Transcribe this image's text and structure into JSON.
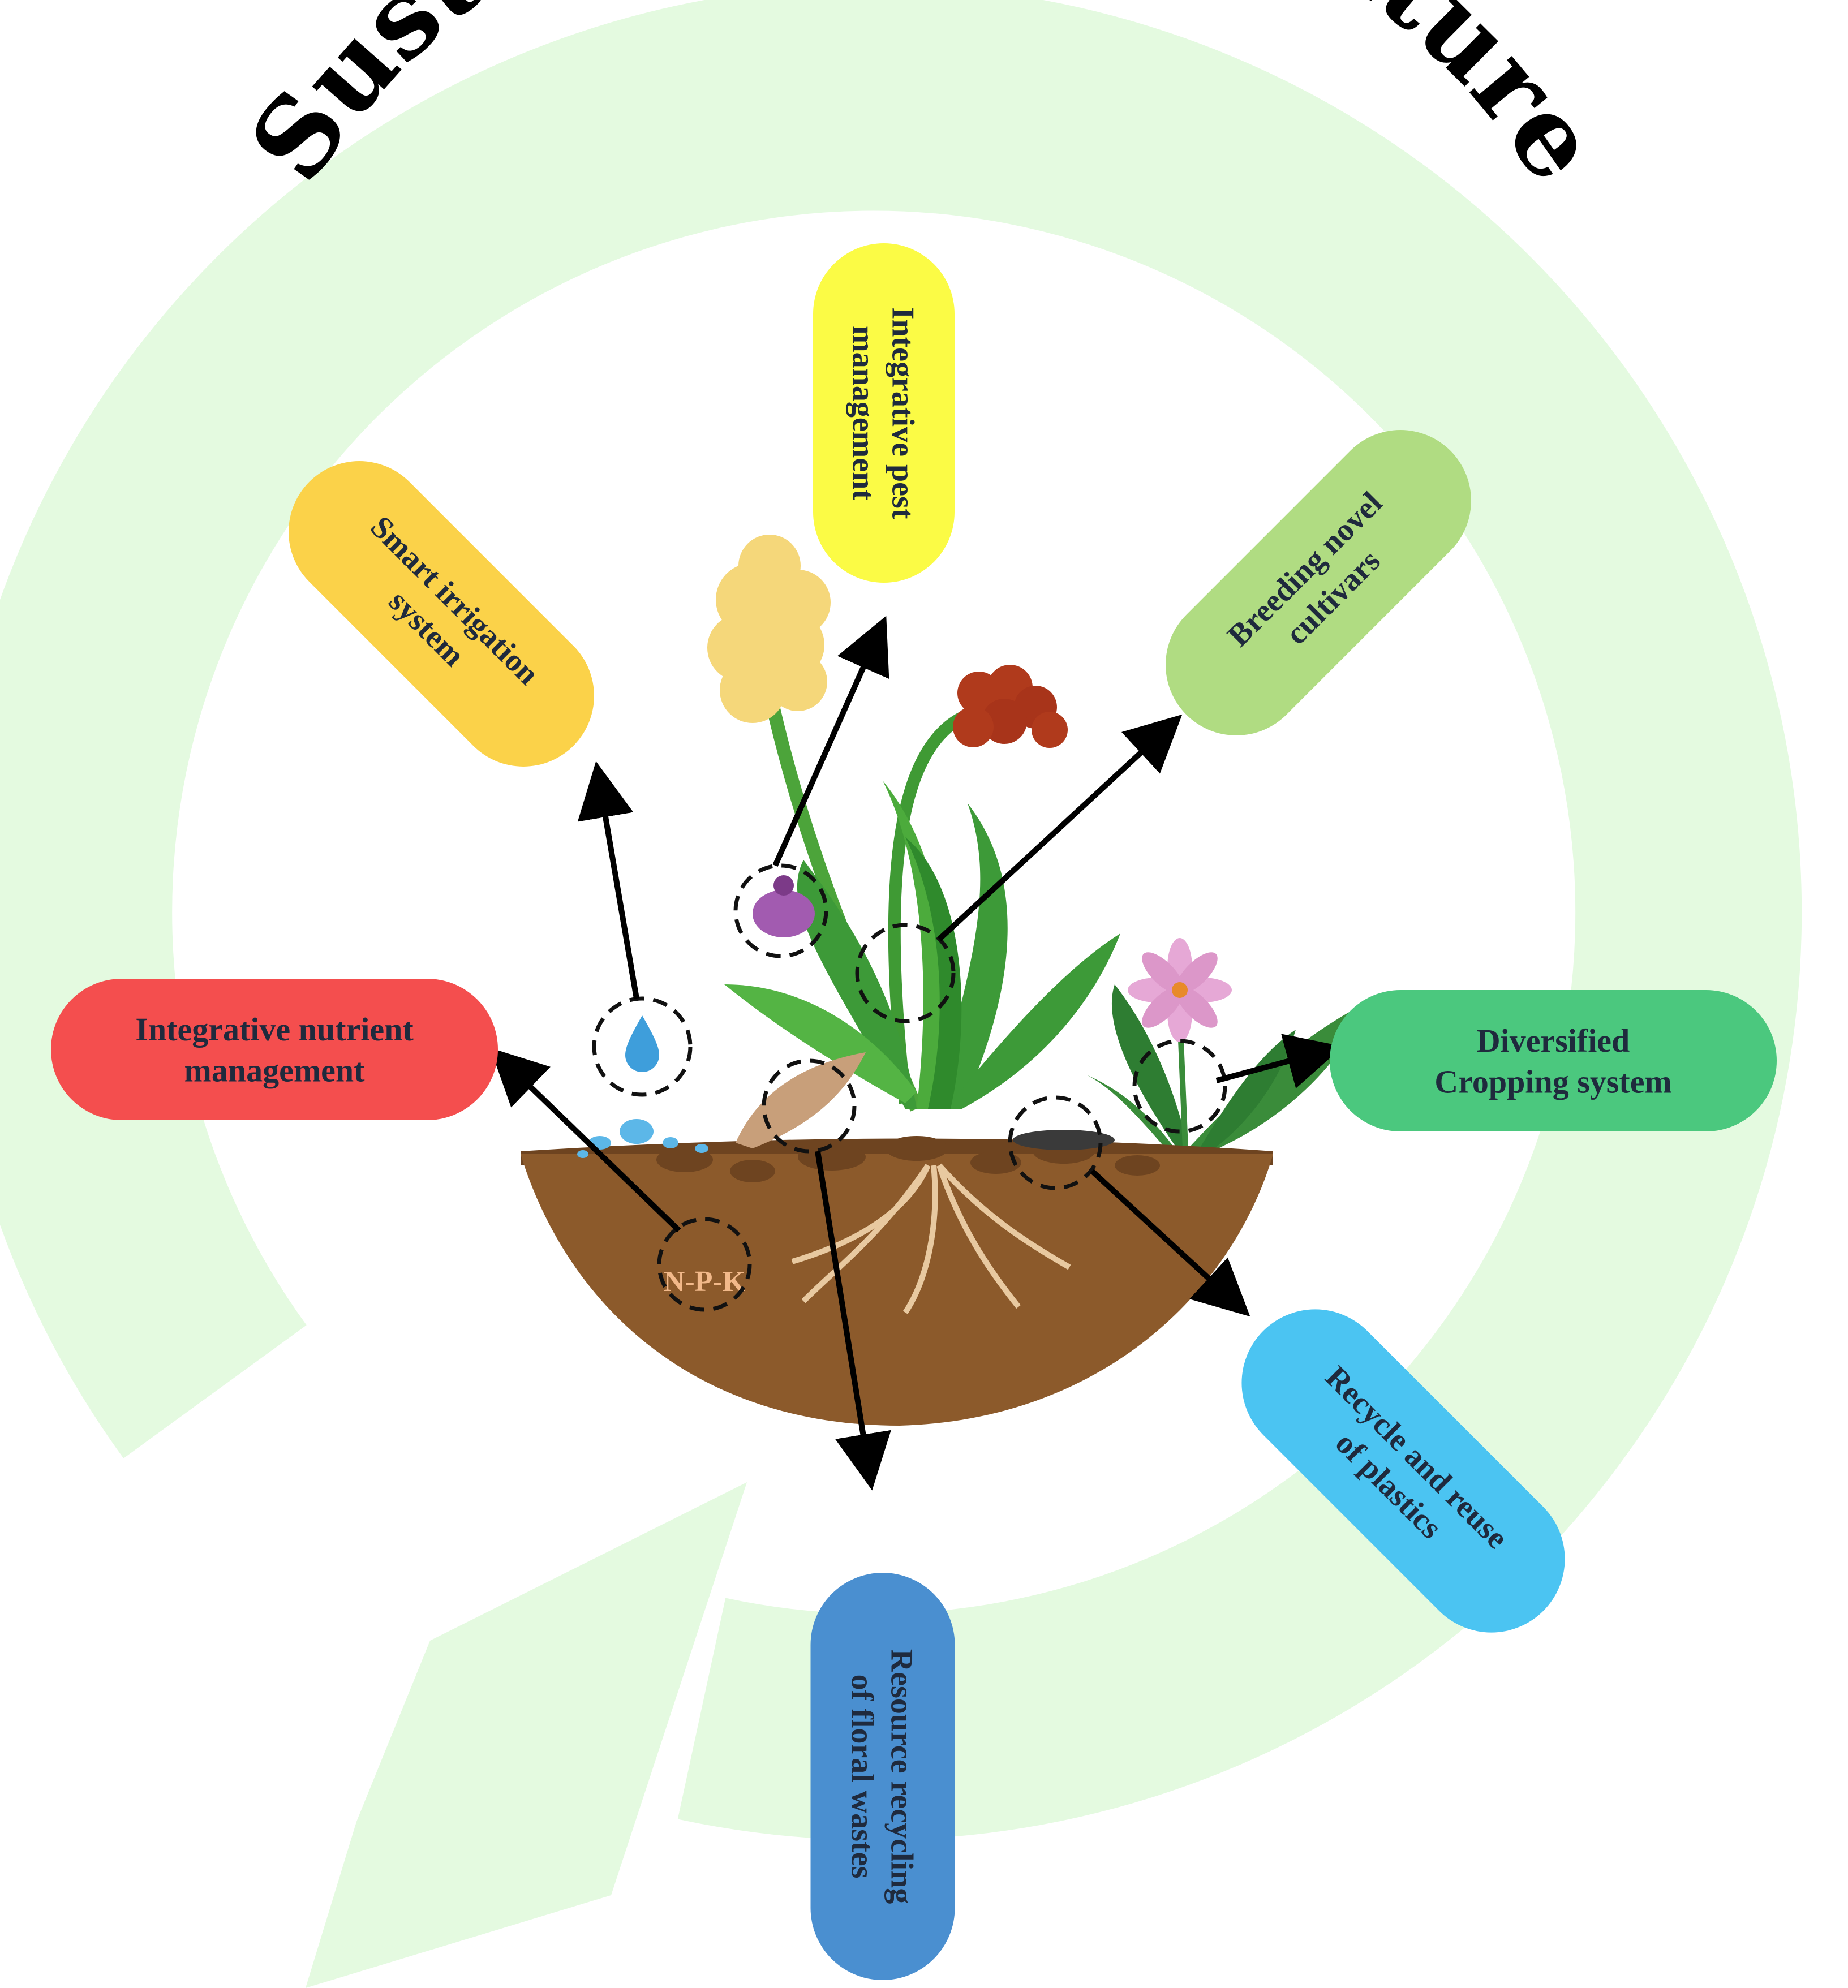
{
  "title": "Sustainable Floriculture",
  "soil_label": "N-P-K",
  "colors": {
    "cycle_arrow": "#e4fae0",
    "soil": "#8c5a2b",
    "soil_dark": "#6e4420",
    "title": "#000000",
    "pill_text": "#1f2a3d",
    "npk_text": "#f2b98a"
  },
  "practices": [
    {
      "id": "smart-irrigation",
      "lines": [
        "Smart irrigation",
        "system"
      ],
      "color": "#fbd249",
      "icon": "water-drop-icon"
    },
    {
      "id": "integrative-pest",
      "lines": [
        "Integrative pest",
        "management"
      ],
      "color": "#fbfb45",
      "icon": "pest-mite-icon"
    },
    {
      "id": "breeding",
      "lines": [
        "Breeding novel",
        "cultivars"
      ],
      "color": "#b0dc82",
      "icon": "leaf-icon"
    },
    {
      "id": "integrative-nutrient",
      "lines": [
        "Integrative nutrient",
        "management"
      ],
      "color": "#f44e4e",
      "icon": "npk-icon"
    },
    {
      "id": "diversified-cropping",
      "lines": [
        "Diversified",
        "Cropping system"
      ],
      "color": "#4bc87e",
      "icon": "flower-plant-icon"
    },
    {
      "id": "recycle-plastics",
      "lines": [
        "Recycle and reuse",
        "of plastics"
      ],
      "color": "#4bc4f2",
      "icon": "plastic-mulch-icon"
    },
    {
      "id": "floral-wastes",
      "lines": [
        "Resource recycling",
        "of floral wastes"
      ],
      "color": "#4a8fd0",
      "icon": "floral-waste-icon"
    }
  ]
}
